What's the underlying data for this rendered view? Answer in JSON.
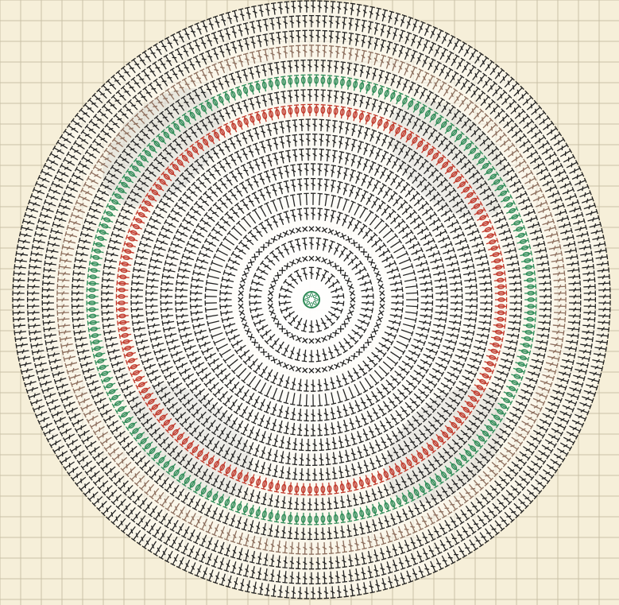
{
  "diagram": {
    "kind": "crochet-round-chart",
    "center_ring_color": "#2e8b57",
    "grid": {
      "visible": true,
      "color": "#c9c0a6",
      "background": "#f6efd9"
    },
    "shading": {
      "fill": "#ffffff",
      "shadow": "#9aa0a6"
    },
    "rounds": [
      {
        "round": 1,
        "stitch": "chain",
        "color": "#2e8b57"
      },
      {
        "round": 2,
        "stitch": "dc",
        "color": "#222222"
      },
      {
        "round": 3,
        "stitch": "sc",
        "color": "#222222"
      },
      {
        "round": 4,
        "stitch": "dc",
        "color": "#222222"
      },
      {
        "round": 5,
        "stitch": "sc",
        "color": "#222222"
      },
      {
        "round": 6,
        "stitch": "dc",
        "color": "#222222"
      },
      {
        "round": 7,
        "stitch": "hdc",
        "color": "#222222"
      },
      {
        "round": 8,
        "stitch": "dc",
        "color": "#222222"
      },
      {
        "round": 9,
        "stitch": "dc",
        "color": "#222222"
      },
      {
        "round": 10,
        "stitch": "dc",
        "color": "#222222"
      },
      {
        "round": 11,
        "stitch": "dc",
        "color": "#222222"
      },
      {
        "round": 12,
        "stitch": "dc",
        "color": "#222222"
      },
      {
        "round": 13,
        "stitch": "bobble",
        "color": "#c0392b"
      },
      {
        "round": 14,
        "stitch": "dc",
        "color": "#222222"
      },
      {
        "round": 15,
        "stitch": "bobble",
        "color": "#2e8b57"
      },
      {
        "round": 16,
        "stitch": "dc",
        "color": "#222222"
      },
      {
        "round": 17,
        "stitch": "dc",
        "color": "#8b6d5c"
      },
      {
        "round": 18,
        "stitch": "dc",
        "color": "#222222"
      },
      {
        "round": 19,
        "stitch": "dc",
        "color": "#222222"
      },
      {
        "round": 20,
        "stitch": "dc",
        "color": "#222222"
      }
    ]
  }
}
